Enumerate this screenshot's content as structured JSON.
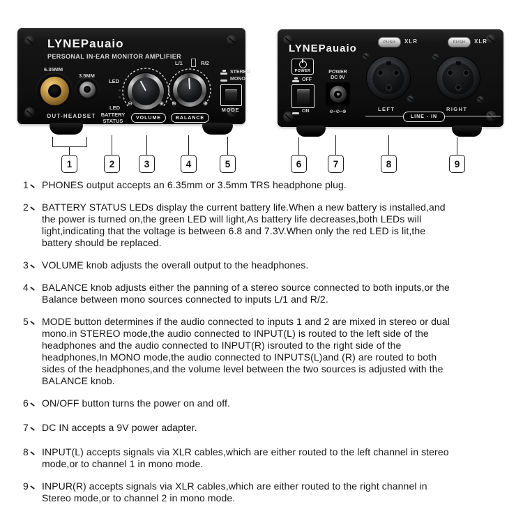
{
  "front": {
    "brand": "LYNEPauaio",
    "subtitle": "PERSONAL IN-EAR MONITOR AMPLIFIER",
    "jack_large_label": "6.35MM",
    "jack_small_label": "3.5MM",
    "out_headset": "OUT-HEADSET",
    "led_top": "LED",
    "led_bottom": "LED",
    "battery_status": [
      "BATTERY",
      "STATUS"
    ],
    "volume_min": "⊖",
    "volume_max": "⊕",
    "balance_min": "⊕",
    "balance_max": "⊕",
    "volume_label": "VOLUME",
    "balance_label": "BALANCE",
    "balance_left": "L/1",
    "balance_right": "R/2",
    "stereo": "STEREO",
    "mono": "MONO",
    "mode": "MODE"
  },
  "back": {
    "brand": "LYNEPauaio",
    "power": "POWER",
    "off": "OFF",
    "on": "ON",
    "dc_power": [
      "POWER",
      "DC 9V"
    ],
    "polarity": "⊖–⊙–⊕",
    "xlr_left": "XLR",
    "xlr_right": "XLR",
    "push_left": "PUSH",
    "push_right": "PUSH",
    "left": "LEFT",
    "right": "RIGHT",
    "line_in": "LINE - IN"
  },
  "callouts": [
    "1",
    "2",
    "3",
    "4",
    "5",
    "6",
    "7",
    "8",
    "9"
  ],
  "list": {
    "separator_glyph": "、",
    "items": [
      {
        "num": "1",
        "lines": [
          "PHONES output accepts an 6.35mm or 3.5mm TRS headphone plug."
        ]
      },
      {
        "num": "2",
        "lines": [
          "BATTERY STATUS LEDs display the current battery life.When a new battery is installed,and",
          "the power is turned on,the green LED will light,As battery life decreases,both LEDs will",
          "light,indicating that the voltage is between 6.8 and 7.3V.When only the red LED is lit,the",
          "battery should be replaced."
        ]
      },
      {
        "num": "3",
        "lines": [
          "VOLUME knob adjusts the overall output to the headphones."
        ]
      },
      {
        "num": "4",
        "lines": [
          "BALANCE knob adjusts either the panning of a stereo source connected to both inputs,or the",
          "Balance between mono sources connected to inputs L/1 and R/2."
        ]
      },
      {
        "num": "5",
        "lines": [
          "MODE button determines if the audio connected to inputs 1 and 2 are mixed in stereo or dual",
          "mono.in STEREO mode,the audio connected to INPUT(L) is routed to the left side of the",
          "headphones and the audio connected to INPUT(R) isrouted to the right side of the",
          "headphones,In MONO mode,the audio connected to INPUTS(L)and (R) are routed to both",
          "sides of the headphones,and the volume level between the two sources is adjusted with the",
          "BALANCE knob."
        ]
      },
      {
        "num": "6",
        "lines": [
          "ON/OFF button turns the power on and off."
        ]
      },
      {
        "num": "7",
        "lines": [
          "DC IN accepts a 9V power adapter."
        ]
      },
      {
        "num": "8",
        "lines": [
          "INPUT(L) accepts signals via XLR cables,which are either routed to the left channel in stereo",
          "mode,or to channel 1 in mono mode."
        ]
      },
      {
        "num": "9",
        "lines": [
          "INPUR(R) accepts signals via XLR cables,which are either routed to the right channel in",
          "Stereo mode,or to channel 2 in mono mode."
        ]
      }
    ]
  },
  "colors": {
    "body_black": "#0f0f0f",
    "gold": "#cfa44e",
    "panel_text": "#d5d5d5",
    "page_bg": "#ffffff"
  }
}
